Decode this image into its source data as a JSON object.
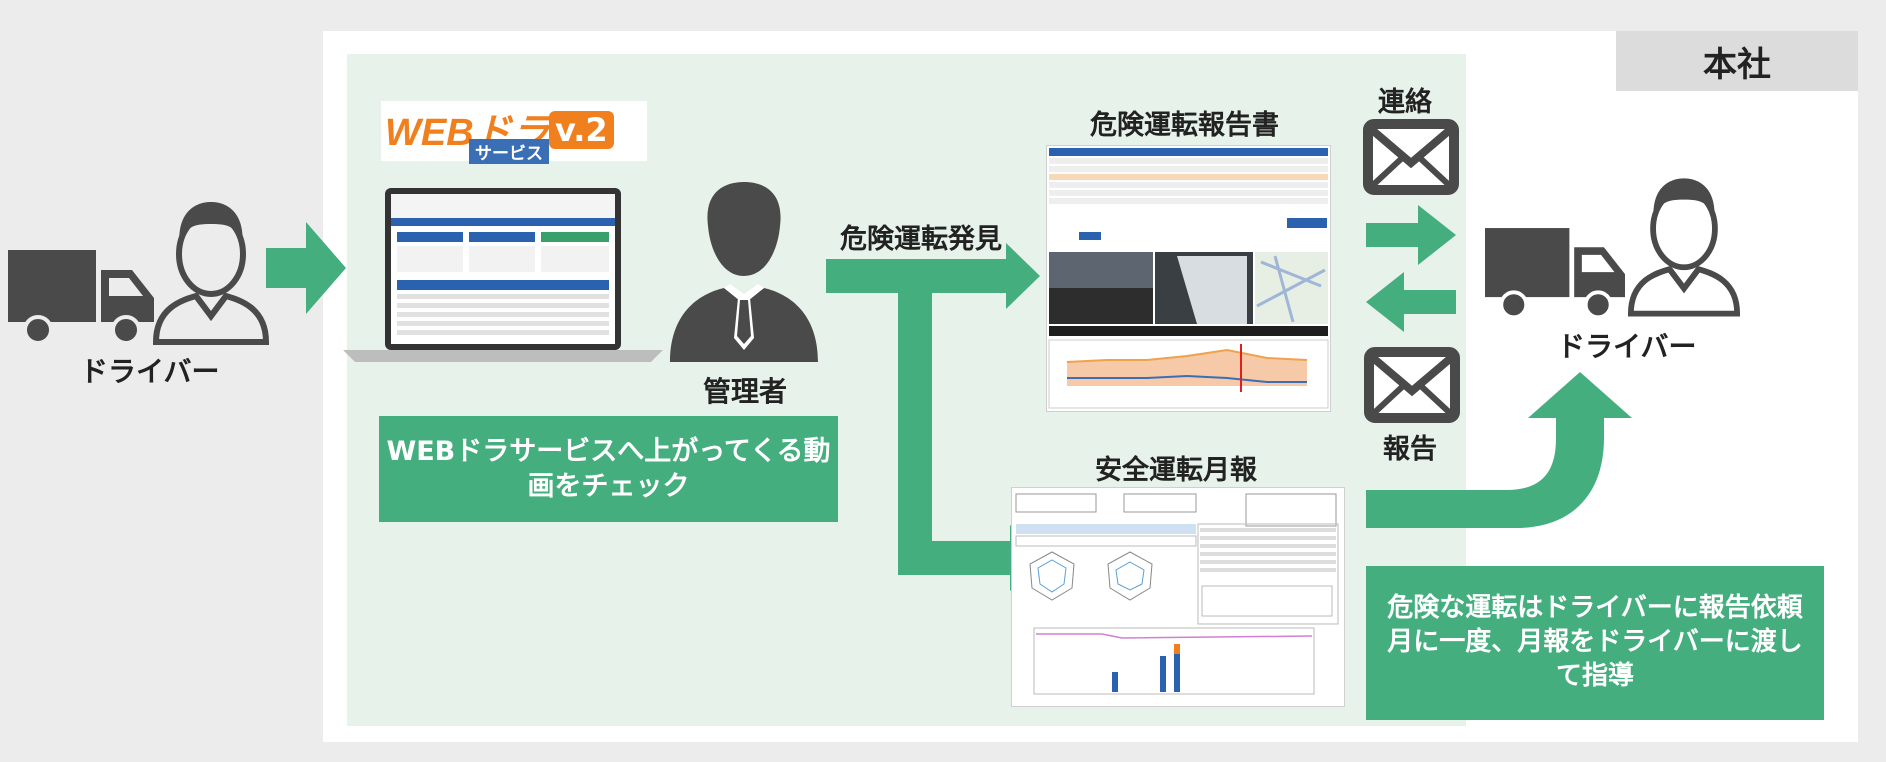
{
  "header": {
    "hq_label": "本社"
  },
  "labels": {
    "driver_left": "ドライバー",
    "driver_right": "ドライバー",
    "manager": "管理者",
    "danger_found": "危険運転発見",
    "danger_report": "危険運転報告書",
    "monthly_report": "安全運転月報",
    "contact": "連絡",
    "report": "報告"
  },
  "logo": {
    "text": "WEBドラ",
    "sub": "サービス",
    "version": "v.2"
  },
  "notes": {
    "check_video": "WEBドラサービスへ上がってくる動画をチェック",
    "instruction_1": "危険な運転はドライバーに報告依頼",
    "instruction_2": "月に一度、月報をドライバーに渡して指導"
  },
  "colors": {
    "accent": "#45ae7f",
    "icon": "#4a4a4a",
    "panel": "#e6f2ea"
  },
  "icons": [
    "truck-icon",
    "person-icon",
    "laptop-icon",
    "businessman-icon",
    "envelope-icon"
  ]
}
